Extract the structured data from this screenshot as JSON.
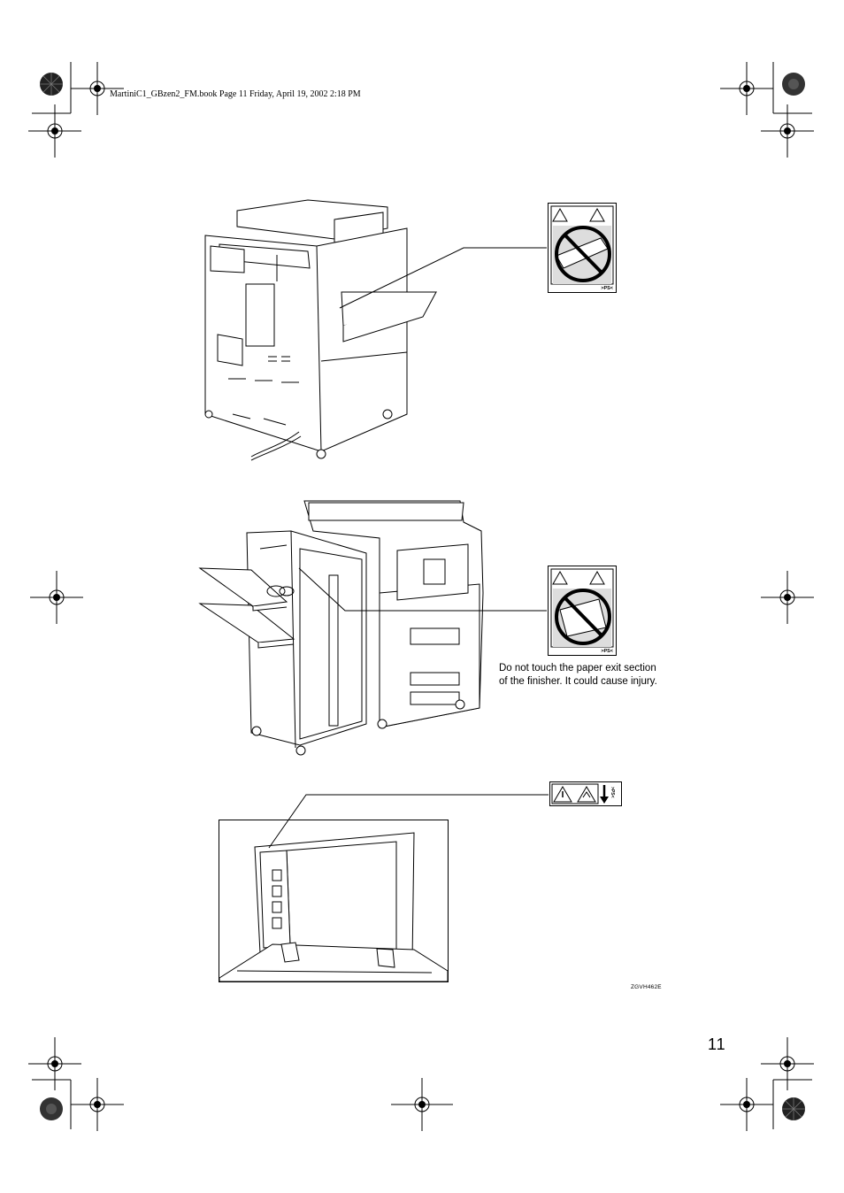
{
  "print_header": "MartiniC1_GBzen2_FM.book  Page 11  Friday, April 19, 2002  2:18 PM",
  "caption_lines": [
    "Do not touch the paper exit section",
    "of the finisher. It could cause injury."
  ],
  "figure_id": "ZGVH462E",
  "page_number": "11",
  "labels": {
    "label1_code": ">PS<",
    "label2_code": ">PS<",
    "label3_code": ">PS<"
  }
}
